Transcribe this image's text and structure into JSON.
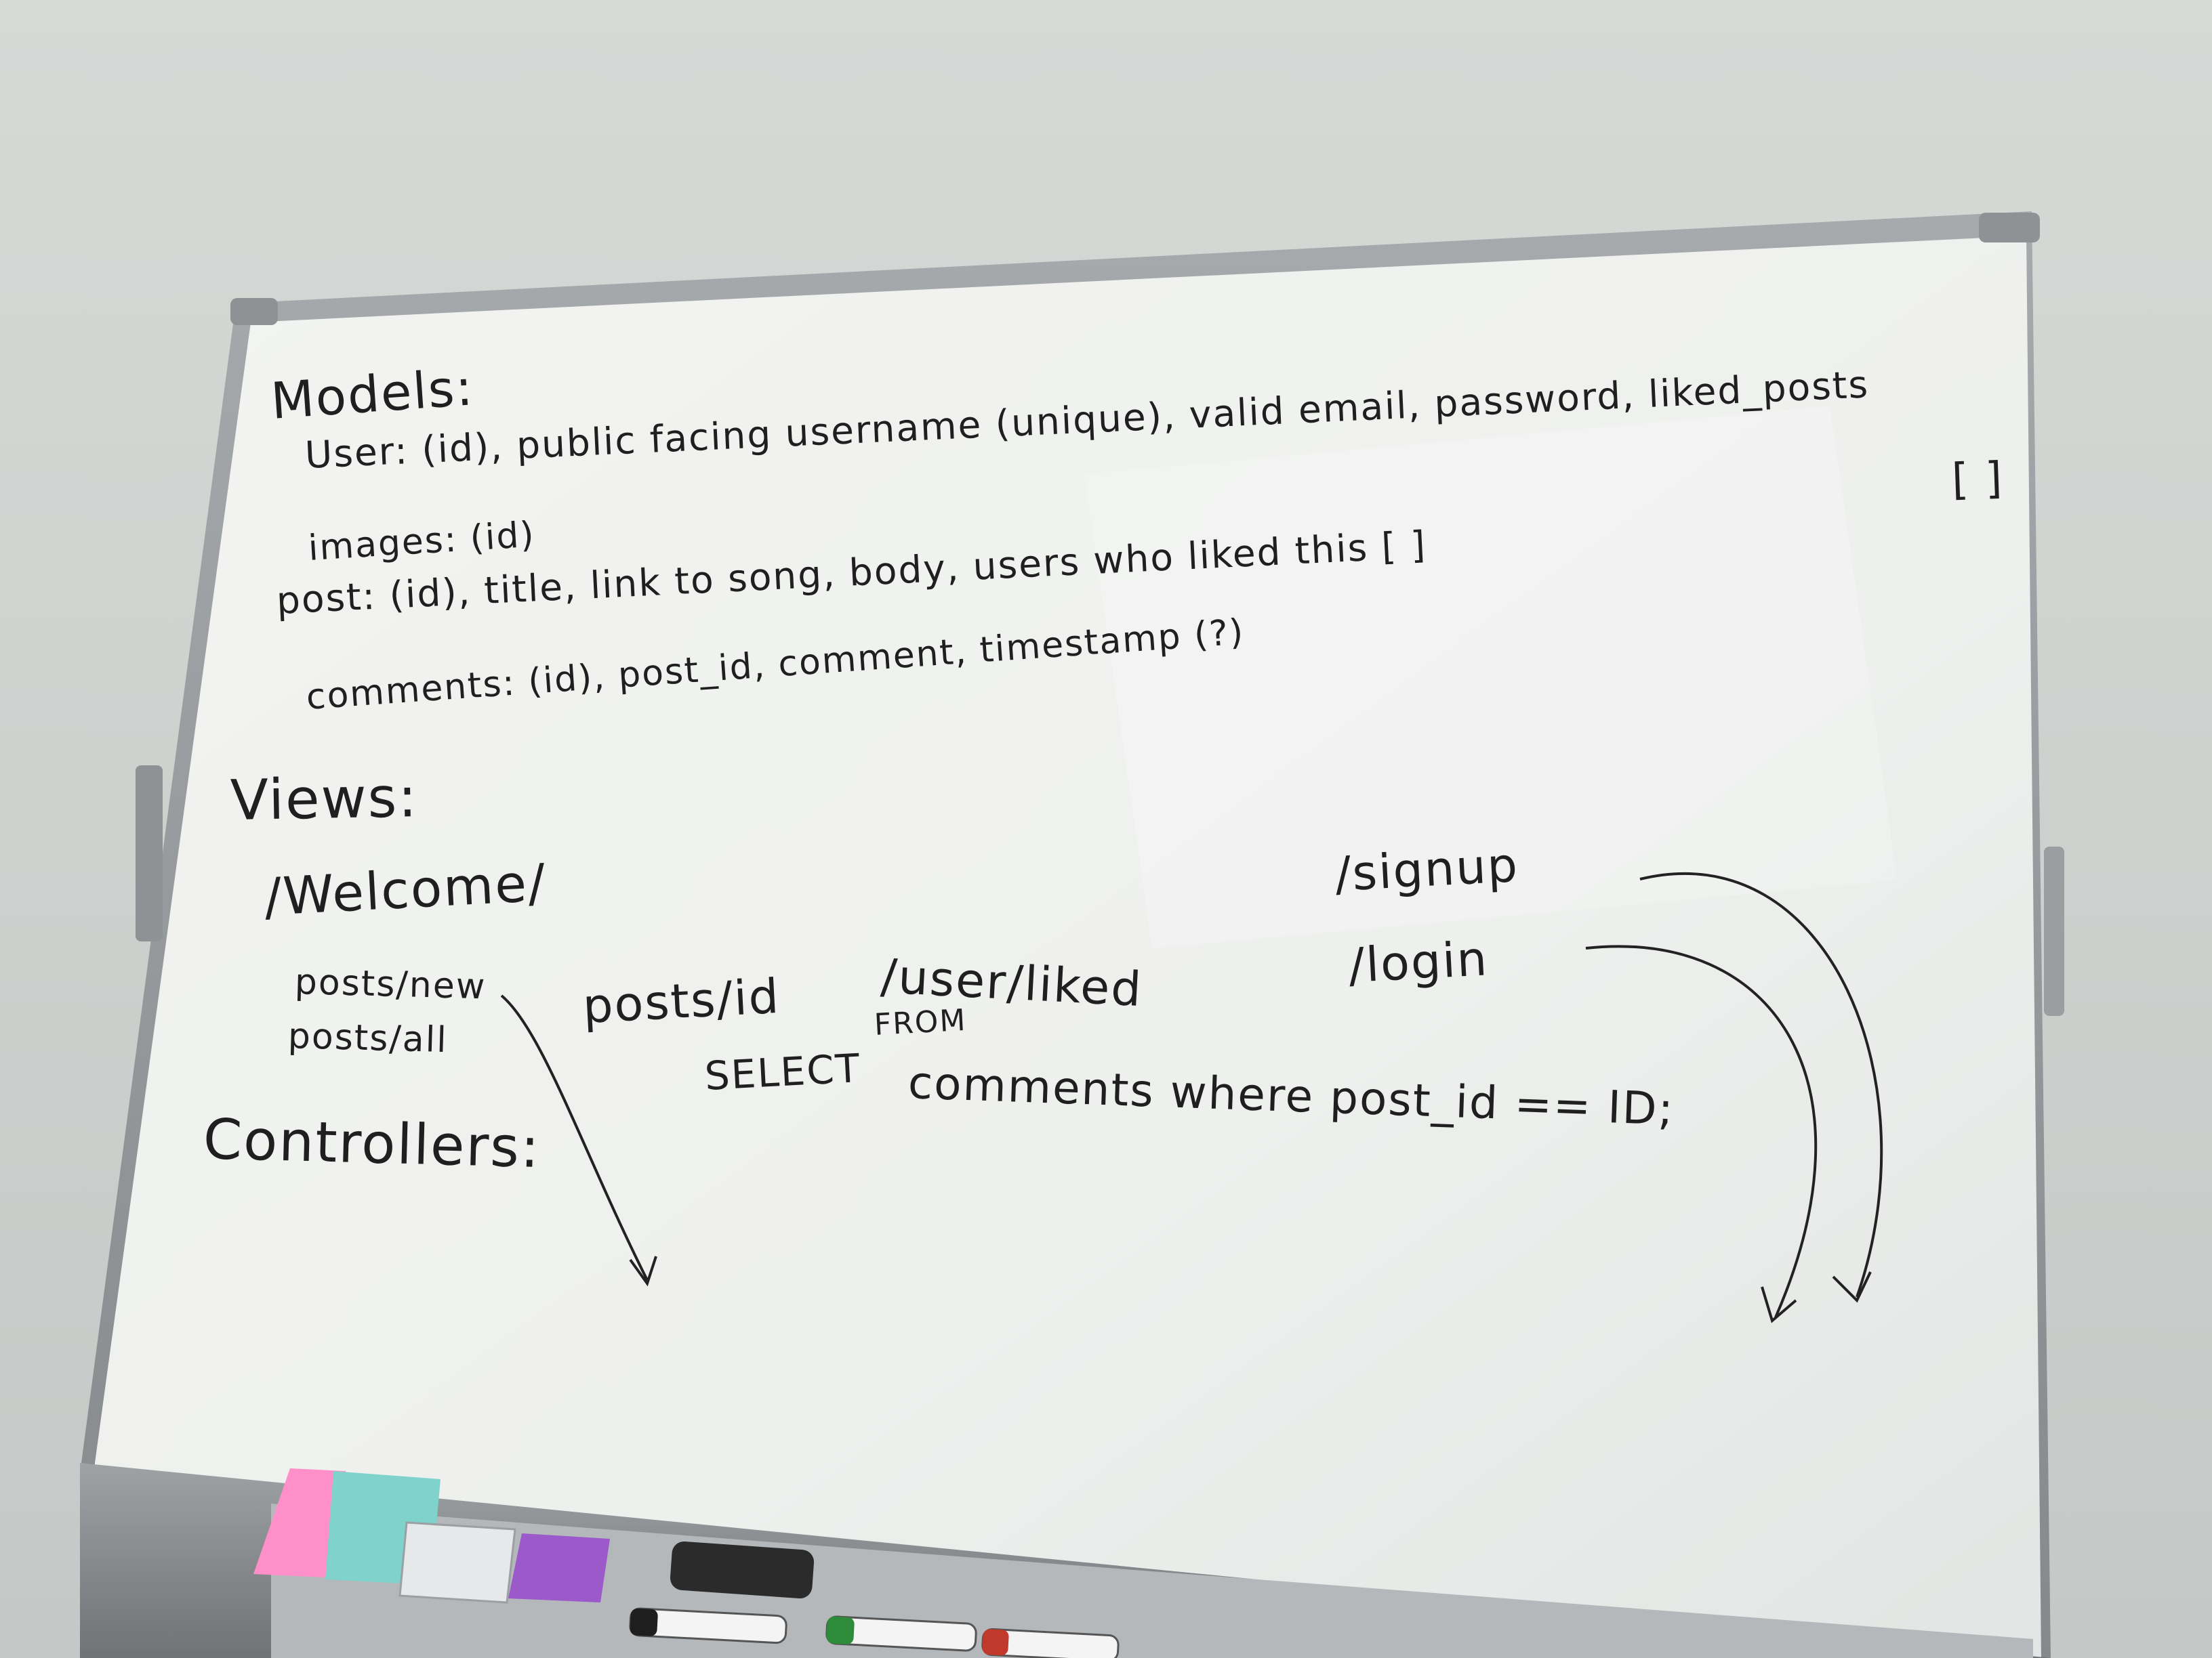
{
  "whiteboard": {
    "models_heading": "Models:",
    "user_line": "User: (id), public facing username (unique), valid email, password, liked_posts",
    "user_bracket": "[ ]",
    "images_line": "images: (id)",
    "post_line": "post: (id), title, link to song, body, users who liked this [ ]",
    "comments_line": "comments: (id), post_id, comment, timestamp (?)",
    "views_heading": "Views:",
    "welcome_route": "/Welcome/",
    "signup_route": "/signup",
    "login_route": "/login",
    "posts_new_route": "posts/new",
    "posts_all_route": "posts/all",
    "posts_id_route": "posts/id",
    "user_liked_route": "/user/liked",
    "from_keyword": "FROM",
    "select_keyword": "SELECT",
    "sql_rest": "comments where post_id == ID;",
    "controllers_heading": "Controllers:"
  },
  "tray": {
    "pink_sticky_color": "#ff8fc8",
    "teal_sticky_color": "#7fd3cc",
    "purple_sticky_color": "#9b59c9",
    "eraser_color": "#2b2b2b"
  }
}
